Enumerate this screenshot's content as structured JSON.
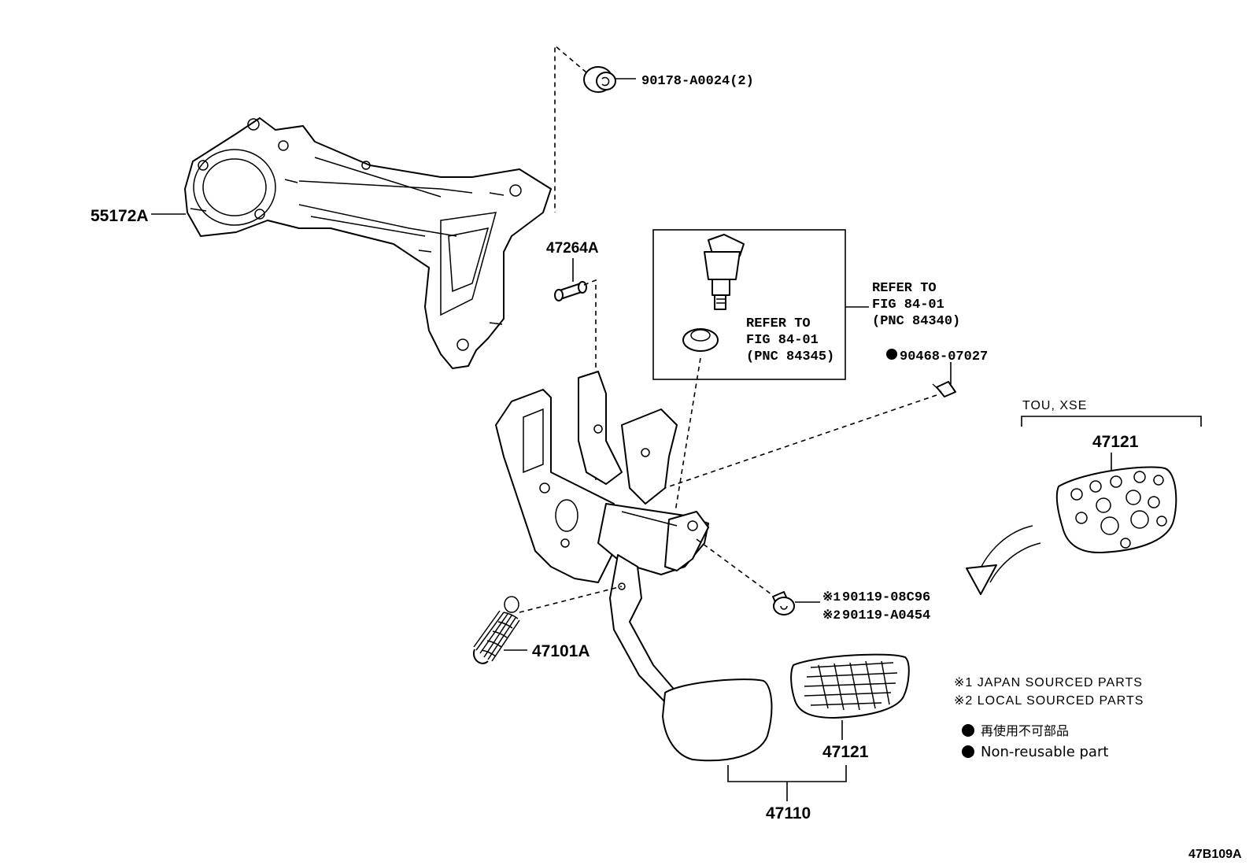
{
  "labels": {
    "nut": "90178-A0024(2)",
    "bracket": "55172A",
    "pin": "47264A",
    "switch_refer_line1": "REFER TO",
    "switch_refer_line2": "FIG 84-01",
    "switch_refer_line3": "(PNC 84340)",
    "cushion_refer_line1": "REFER TO",
    "cushion_refer_line2": "FIG 84-01",
    "cushion_refer_line3": "(PNC 84345)",
    "clip": "90468-07027",
    "variant": "TOU, XSE",
    "pad_top": "47121",
    "bolt_1_mark": "※1",
    "bolt_1": "90119-08C96",
    "bolt_2_mark": "※2",
    "bolt_2": "90119-A0454",
    "spring": "47101A",
    "pad_bottom": "47121",
    "pedal_assy": "47110",
    "figure_code": "47B109A"
  },
  "notes": {
    "note1": "※1 JAPAN SOURCED PARTS",
    "note2": "※2 LOCAL SOURCED PARTS",
    "legend_jp": "再使用不可部品",
    "legend_en": "Non-reusable part"
  },
  "colors": {
    "line": "#000000",
    "background": "#ffffff"
  }
}
